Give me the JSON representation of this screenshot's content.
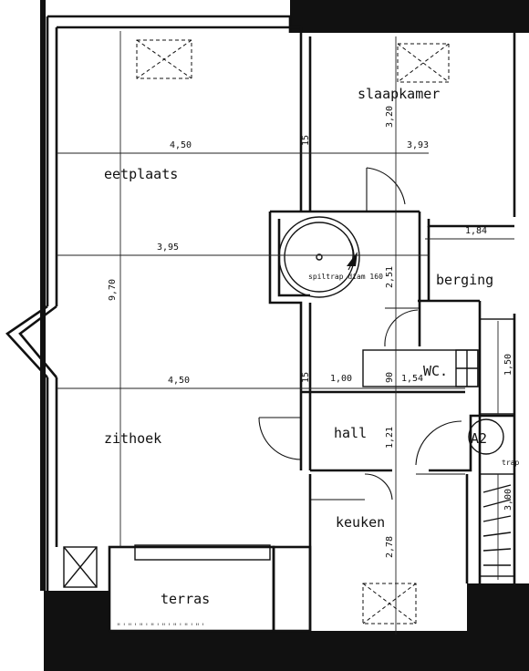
{
  "rooms": {
    "slaapkamer": "slaapkamer",
    "eetplaats": "eetplaats",
    "berging": "berging",
    "wc": "WC.",
    "zithoek": "zithoek",
    "hall": "hall",
    "keuken": "keuken",
    "terras": "terras",
    "spiltrap": "spiltrap diam 160",
    "stair_tag": "A2",
    "stair_partial": "trap"
  },
  "dimensions": {
    "eetplaats_width": "4,50",
    "gap_15_top": "15",
    "slaapkamer_width": "3,93",
    "slaapkamer_depth": "3,20",
    "middle_width": "3,95",
    "berging_width": "1,84",
    "overall_depth": "9,70",
    "spiltrap_depth": "2,51",
    "zithoek_width": "4,50",
    "gap_15_mid": "15",
    "hall_width": "1,00",
    "wc_90": "90",
    "wc_width": "1,54",
    "right_150": "1,50",
    "hall_depth": "1,21",
    "stair_300": "3,00",
    "keuken_depth": "2,78"
  }
}
